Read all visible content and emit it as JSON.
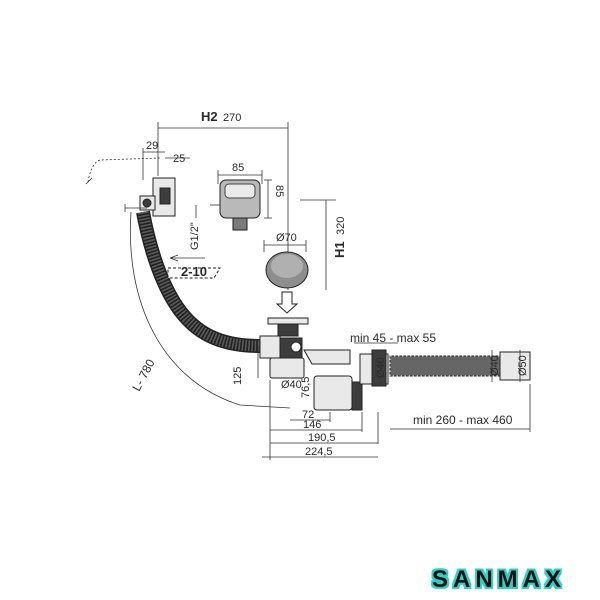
{
  "diagram": {
    "labels": {
      "h2": "H2",
      "h2_value": "270",
      "dim_29": "29",
      "dim_25": "25",
      "dim_85_top": "85",
      "dim_85_side": "85",
      "g12": "G1/2\"",
      "h1": "H1",
      "h1_value": "320",
      "d70": "Ø70",
      "range_2_10": "2-10",
      "l780": "L- 780",
      "min45max55": "min 45 - max 55",
      "d40_a": "Ø40",
      "d40_b": "Ø40",
      "d50": "Ø50",
      "d40_c": "Ø40",
      "dim_125": "125",
      "dim_765": "76,5",
      "dim_72": "72",
      "dim_146": "146",
      "dim_1905": "190,5",
      "dim_2245": "224,5",
      "min260max460": "min 260 - max 460"
    },
    "colors": {
      "line": "#333333",
      "part_fill": "#e9e9e9",
      "dark_fill": "#3d3d3d",
      "brand_outline": "#2fd0c6"
    }
  },
  "brand": {
    "name": "SANMAX"
  }
}
